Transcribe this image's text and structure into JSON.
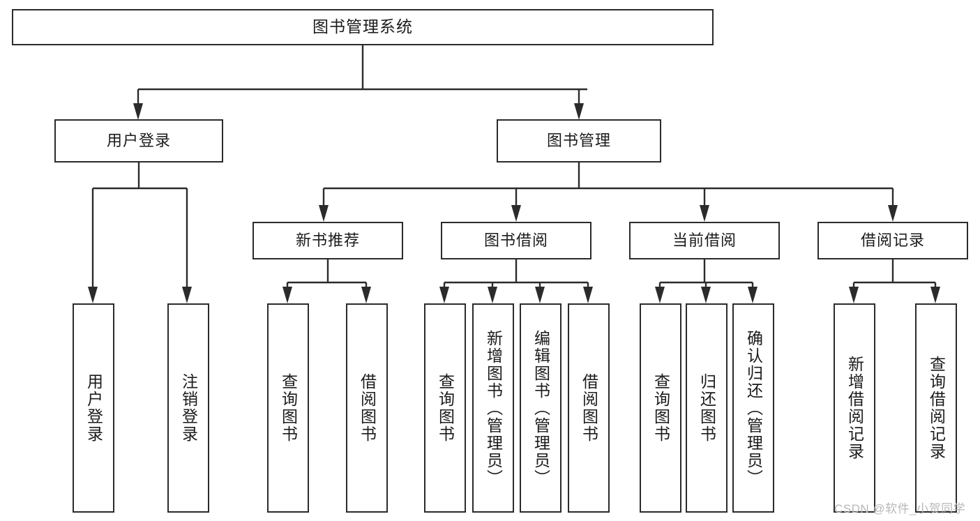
{
  "diagram": {
    "title": "图书管理系统",
    "type": "tree-hierarchy",
    "colors": {
      "stroke": "#2b2b2b",
      "fill": "#ffffff",
      "text": "#1b1b1b",
      "watermark": "#b8b8b8"
    },
    "levels": {
      "root": {
        "label": "图书管理系统"
      },
      "level2": [
        {
          "label": "用户登录"
        },
        {
          "label": "图书管理"
        }
      ],
      "level3": [
        {
          "label": "新书推荐"
        },
        {
          "label": "图书借阅"
        },
        {
          "label": "当前借阅"
        },
        {
          "label": "借阅记录"
        }
      ],
      "leaves": {
        "user_login": [
          {
            "label": "用户登录"
          },
          {
            "label": "注销登录"
          }
        ],
        "new_book_recommend": [
          {
            "label": "查询图书"
          },
          {
            "label": "借阅图书"
          }
        ],
        "book_borrow": [
          {
            "label": "查询图书"
          },
          {
            "label": "新增图书（管理员）"
          },
          {
            "label": "编辑图书（管理员）"
          },
          {
            "label": "借阅图书"
          }
        ],
        "current_borrow": [
          {
            "label": "查询图书"
          },
          {
            "label": "归还图书"
          },
          {
            "label": "确认归还（管理员）"
          }
        ],
        "borrow_record": [
          {
            "label": "新增借阅记录"
          },
          {
            "label": "查询借阅记录"
          }
        ]
      }
    }
  },
  "watermark": {
    "text": "CSDN @软件_小贺同学"
  }
}
